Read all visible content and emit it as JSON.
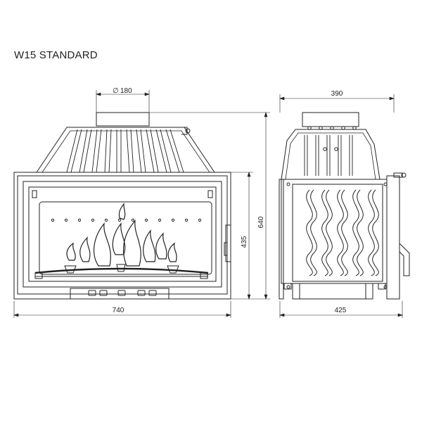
{
  "title": "W15 STANDARD",
  "dimensions": {
    "flue_diameter": "180",
    "front_width": "740",
    "total_height": "640",
    "door_height": "435",
    "side_top_width": "390",
    "side_depth": "425"
  },
  "diameter_symbol": "∅"
}
